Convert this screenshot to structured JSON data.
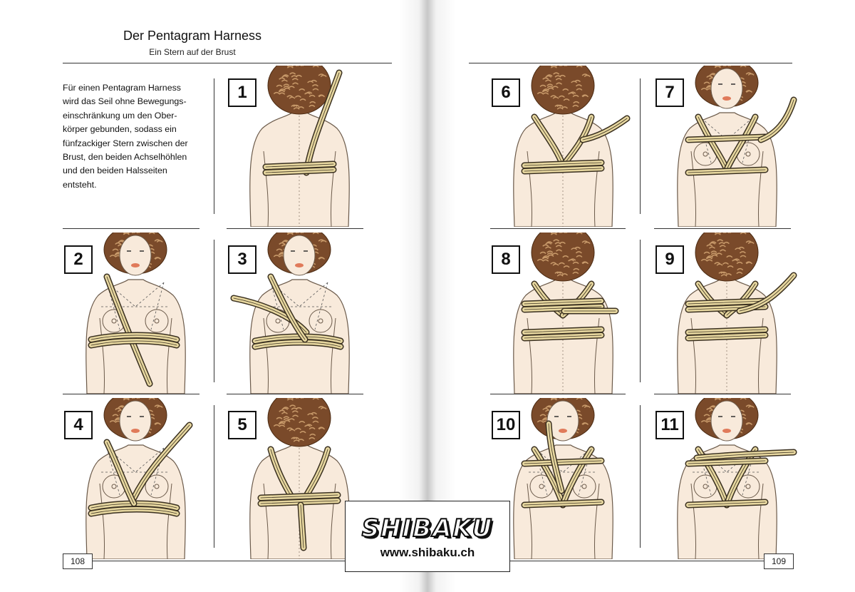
{
  "left_page": {
    "title": "Der Pentagram Harness",
    "subtitle": "Ein Stern auf der Brust",
    "intro_lines": [
      "Für einen Pentagram Harness",
      "wird das Seil ohne Bewegungs-",
      "einschränkung um den Ober-",
      "körper gebunden, sodass ein",
      "fünfzackiger Stern zwischen der",
      "Brust, den beiden Achselhöhlen",
      "und den beiden Halsseiten",
      "entsteht."
    ],
    "page_number": "108"
  },
  "right_page": {
    "page_number": "109"
  },
  "steps": [
    {
      "number": "1",
      "view": "back"
    },
    {
      "number": "2",
      "view": "front"
    },
    {
      "number": "3",
      "view": "front"
    },
    {
      "number": "4",
      "view": "front"
    },
    {
      "number": "5",
      "view": "back"
    },
    {
      "number": "6",
      "view": "back"
    },
    {
      "number": "7",
      "view": "front"
    },
    {
      "number": "8",
      "view": "back"
    },
    {
      "number": "9",
      "view": "back"
    },
    {
      "number": "10",
      "view": "front"
    },
    {
      "number": "11",
      "view": "front"
    }
  ],
  "logo": {
    "brand": "SHIBAKU",
    "url": "www.shibaku.ch"
  },
  "colors": {
    "skin": "#f8eadb",
    "skin_outline": "#6b5a4a",
    "hair": "#7a4a2a",
    "hair_curl": "#c89a6a",
    "rope": "#e8d8a0",
    "rope_stripe": "#3a3020"
  }
}
